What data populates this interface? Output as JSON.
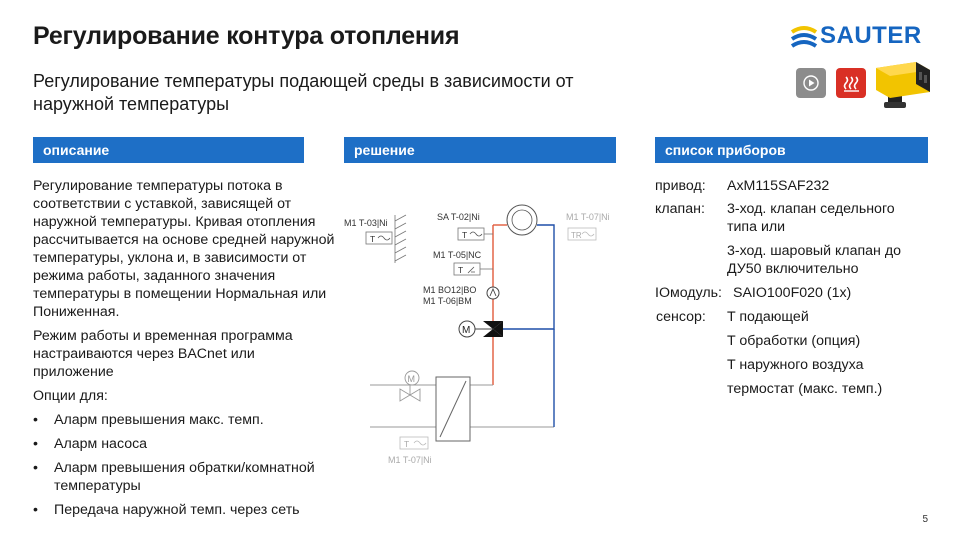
{
  "title": "Регулирование контура отопления",
  "subtitle": "Регулирование температуры подающей среды в зависимости от наружной температуры",
  "logo": "SAUTER",
  "sections": {
    "description": "описание",
    "solution": "решение",
    "devices": "список приборов"
  },
  "description": {
    "paragraphs": [
      "Регулирование температуры потока в соответствии с уставкой, зависящей от наружной температуры. Кривая отопления рассчитывается на основе средней наружной температуры, уклона и, в зависимости от режима работы, заданного значения температуры в помещении Нормальная или Пониженная.",
      "Режим работы и временная программа настраиваются через BACnet или приложение",
      "Опции для:"
    ],
    "bullets": [
      "Аларм превышения макс. темп.",
      "Аларм насоса",
      "Аларм превышения обратки/комнатной температуры",
      "Передача наружной темп. через сеть"
    ]
  },
  "diagram": {
    "t03": "M1 T-03|Ni",
    "t02": "SA T-02|Ni",
    "t07top": "M1 T-07|Ni",
    "t05": "M1 T-05|NC",
    "bo12": "M1 BO12|BO",
    "t06": "M1 T-06|BM",
    "t07bot": "M1 T-07|Ni",
    "sensor_t": "T",
    "sensor_tr": "TR",
    "motor_m": "M"
  },
  "devices": {
    "rows": [
      {
        "label": "привод:",
        "values": [
          "AxM115SAF232"
        ]
      },
      {
        "label": "клапан:",
        "values": [
          "3-ход. клапан седельного типа или",
          "3-ход. шаровый клапан до ДУ50 включительно"
        ]
      },
      {
        "label": "IOмодуль:",
        "values": [
          "SAIO100F020 (1x)"
        ]
      },
      {
        "label": "сенсор:",
        "values": [
          "T подающей",
          "T обработки (опция)",
          "T наружного воздуха",
          "термостат (макс. темп.)"
        ]
      }
    ]
  },
  "page_number": "5",
  "colors": {
    "accent": "#1e6fc6",
    "logo": "#1565c0",
    "supply": "#e05a3a",
    "return": "#1f4fa8",
    "play_icon_bg": "#8c8c8c",
    "heat_icon_bg": "#d93025",
    "actuator": "#f2c400"
  },
  "icons": [
    "sauter-logo-icon",
    "play-video-icon",
    "heating-icon",
    "actuator-product-image"
  ]
}
